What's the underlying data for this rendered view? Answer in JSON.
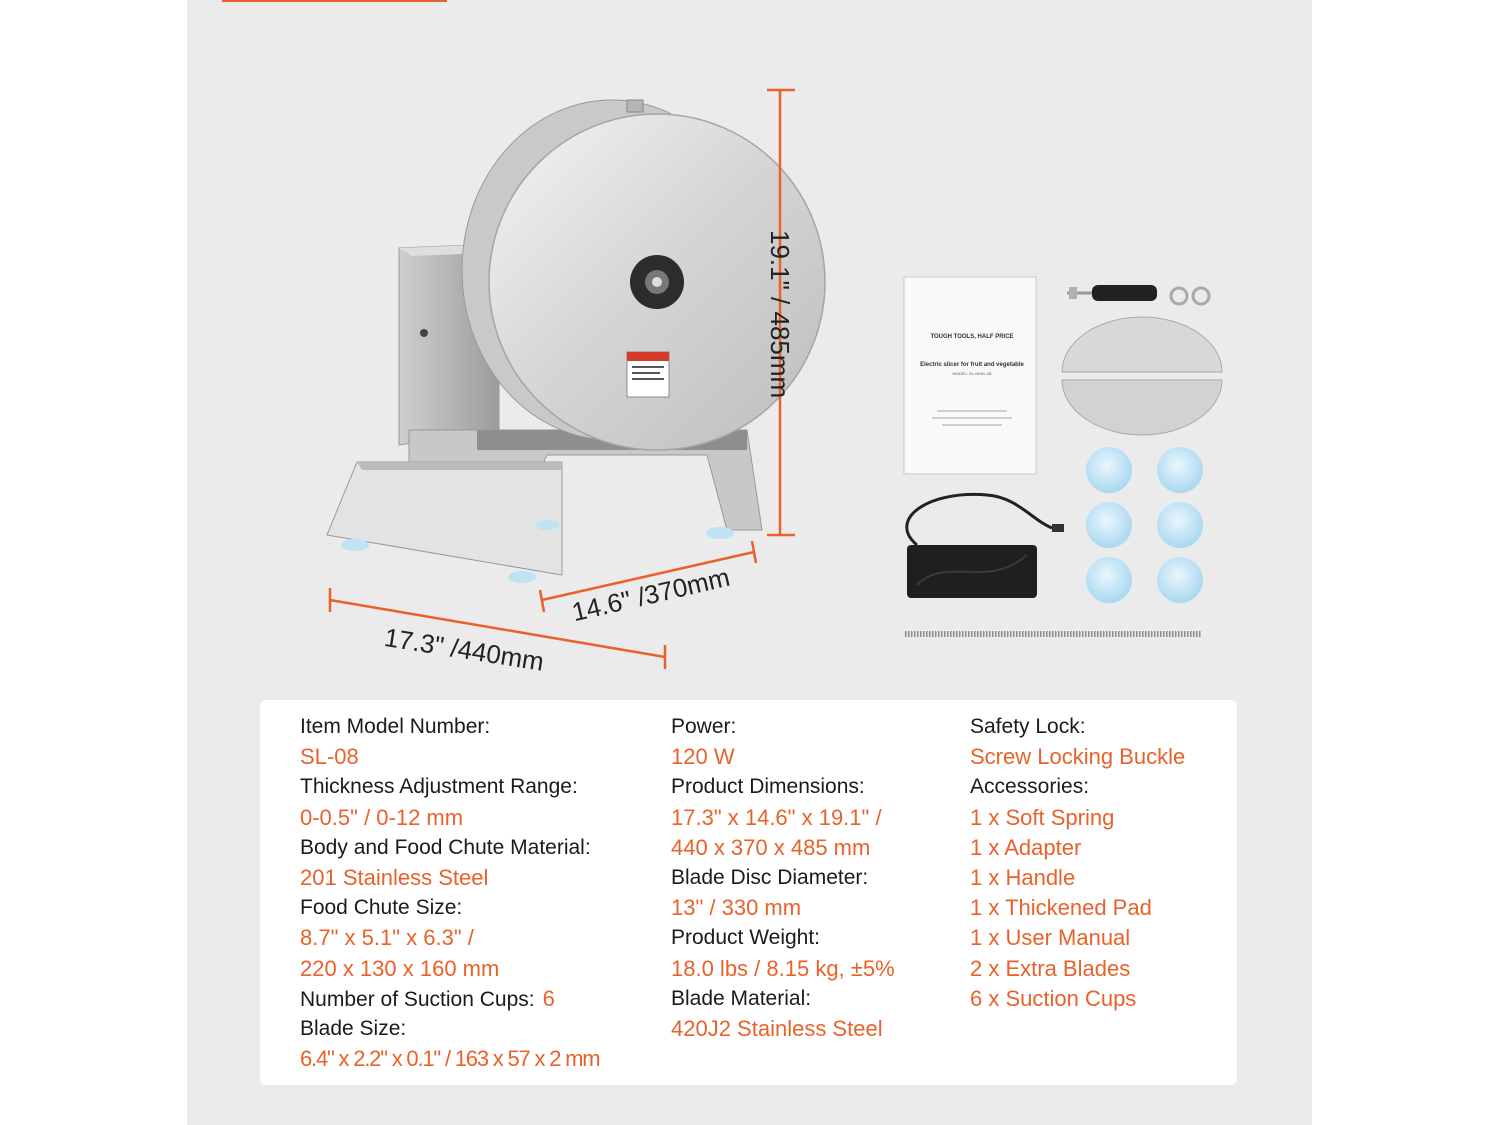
{
  "dimensions": {
    "height": "19.1\" / 485mm",
    "depth": "14.6\" /370mm",
    "width": "17.3\" /440mm"
  },
  "manual": {
    "brand": "TOUGH TOOLS, HALF PRICE",
    "title": "Electric slicer for fruit and vegetable",
    "model": "MODEL: SL-06/SL-08"
  },
  "specs": {
    "col1": {
      "model_label": "Item Model Number:",
      "model_value": "SL-08",
      "thickness_label": "Thickness Adjustment Range:",
      "thickness_value": "0-0.5\" / 0-12 mm",
      "material_label": "Body and Food Chute Material:",
      "material_value": "201 Stainless Steel",
      "chute_label": "Food Chute Size:",
      "chute_value_1": "8.7\" x 5.1\" x 6.3\" /",
      "chute_value_2": "220 x 130 x 160 mm",
      "suction_label": "Number of Suction Cups:",
      "suction_value": "6",
      "blade_size_label": "Blade Size:",
      "blade_size_value": "6.4\" x 2.2\" x 0.1\" / 163 x 57 x 2 mm"
    },
    "col2": {
      "power_label": "Power:",
      "power_value": "120 W",
      "dims_label": "Product Dimensions:",
      "dims_value_1": "17.3\" x 14.6\" x 19.1\" /",
      "dims_value_2": "440 x 370 x 485 mm",
      "disc_label": "Blade Disc Diameter:",
      "disc_value": "13\" / 330 mm",
      "weight_label": "Product Weight:",
      "weight_value": "18.0 lbs / 8.15 kg, ±5%",
      "blade_mat_label": "Blade Material:",
      "blade_mat_value": "420J2 Stainless Steel"
    },
    "col3": {
      "lock_label": "Safety Lock:",
      "lock_value": "Screw Locking Buckle",
      "acc_label": "Accessories:",
      "accessories": [
        "1 x Soft Spring",
        "1 x Adapter",
        "1 x Handle",
        "1 x Thickened Pad",
        "1 x User Manual",
        "2 x Extra Blades",
        "6 x Suction Cups"
      ]
    }
  },
  "colors": {
    "accent": "#e8622a",
    "background": "#ebebeb",
    "card": "#ffffff"
  }
}
